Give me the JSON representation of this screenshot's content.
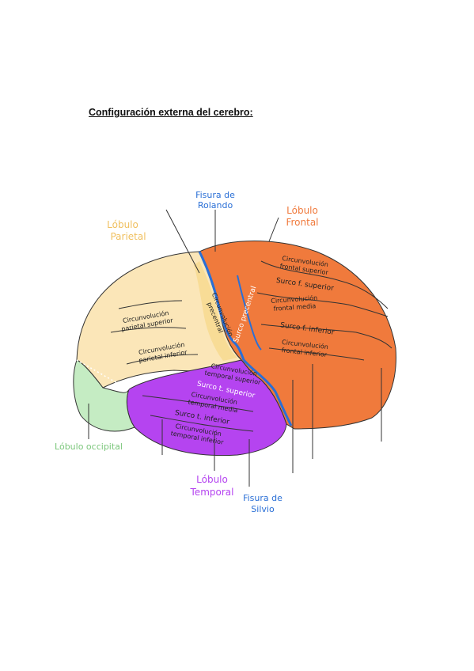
{
  "title": "Configuración externa del cerebro:",
  "colors": {
    "frontal": "#f07a3c",
    "parietal": "#fbe6b8",
    "temporal": "#b544f0",
    "occipital": "#c5ecc3",
    "rolando": "#2a6fd6"
  },
  "labels": {
    "fisura_rolando": [
      "Fisura de",
      "Rolando"
    ],
    "lobulo_frontal": [
      "Lóbulo",
      "Frontal"
    ],
    "lobulo_parietal": [
      "Lóbulo",
      "Parietal"
    ],
    "lobulo_occipital": "Lóbulo occipital",
    "lobulo_temporal": [
      "Lóbulo",
      "Temporal"
    ],
    "fisura_silvio": [
      "Fisura de",
      "Silvio"
    ],
    "circ_frontal_superior": [
      "Circunvolución",
      "frontal superior"
    ],
    "surco_f_superior": "Surco f. superior",
    "circ_frontal_media": [
      "Circunvolución",
      "frontal media"
    ],
    "surco_f_inferior": "Surco f. inferior",
    "circ_frontal_inferior": [
      "Circunvolución",
      "frontal inferior"
    ],
    "surco_precentral": "Surco precentral",
    "circ_precentral": [
      "Circunvolución",
      "precentral"
    ],
    "circ_parietal_superior": [
      "Circunvolución",
      "parietal superior"
    ],
    "circ_parietal_inferior": [
      "Circunvolución",
      "parietal inferior"
    ],
    "circ_temporal_superior": [
      "Circunvolución",
      "temporal superior"
    ],
    "surco_t_superior": "Surco t. superior",
    "circ_temporal_media": [
      "Circunvolución",
      "temporal media"
    ],
    "surco_t_inferior": "Surco t. inferior",
    "circ_temporal_inferior": [
      "Circunvolución",
      "temporal inferior"
    ]
  }
}
